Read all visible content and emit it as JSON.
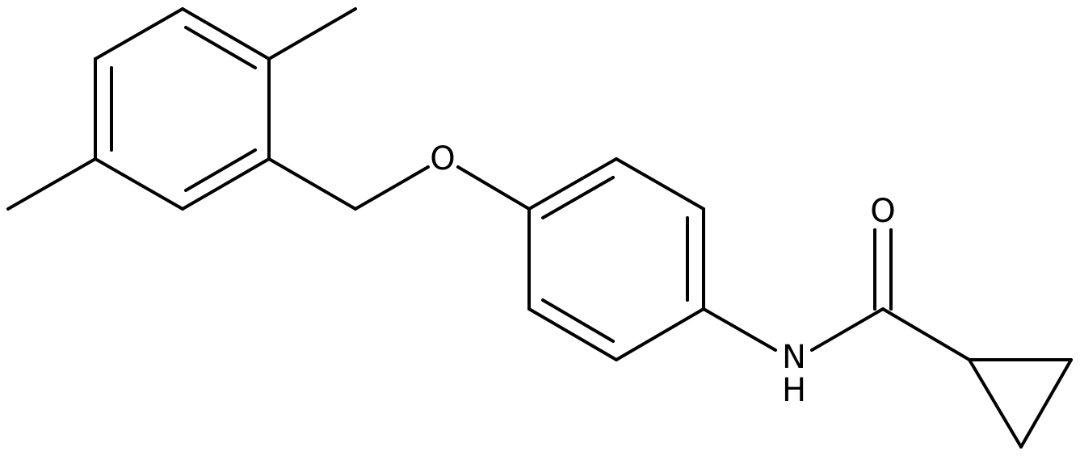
{
  "atoms": {
    "ether_oxygen": "O",
    "carbonyl_oxygen": "O",
    "amide_nitrogen": "N",
    "amide_hydrogen": "H"
  },
  "colors": {
    "bond": "#000000",
    "label": "#000000",
    "background": "#ffffff"
  }
}
